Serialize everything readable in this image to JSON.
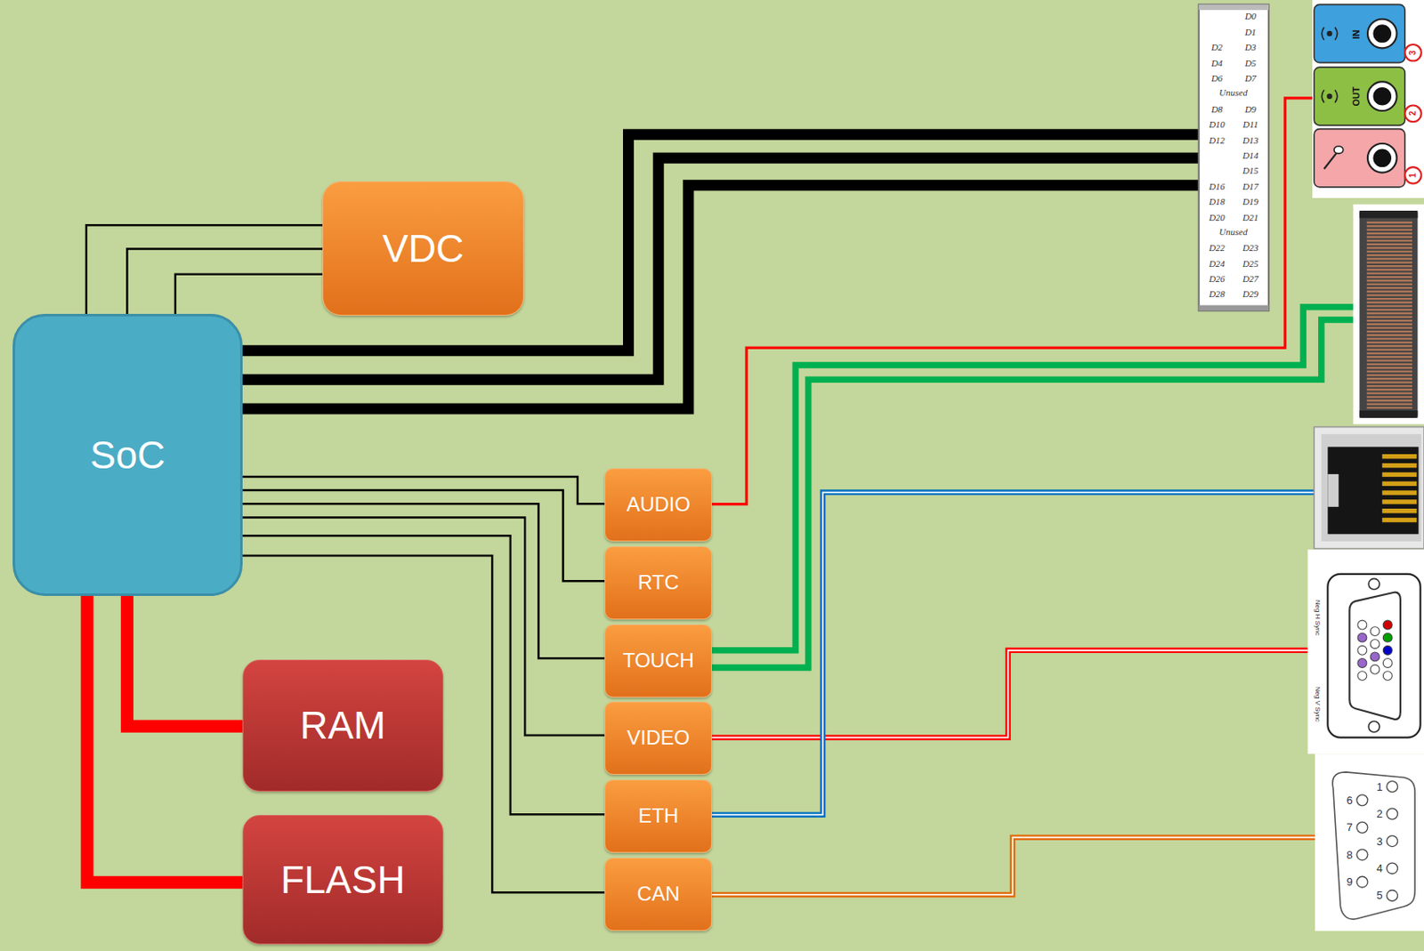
{
  "diagram": {
    "nodes": [
      {
        "text": [
          "SoC"
        ]
      },
      {
        "text": [
          "VDC"
        ]
      },
      {
        "text": [
          "RAM"
        ]
      },
      {
        "text": [
          "FLASH"
        ]
      },
      {
        "text": [
          "AUDIO"
        ]
      },
      {
        "text": [
          "RTC"
        ]
      },
      {
        "text": [
          "TOUCH"
        ]
      },
      {
        "text": [
          "VIDEO"
        ]
      },
      {
        "text": [
          "ETH"
        ]
      },
      {
        "text": [
          "CAN"
        ]
      }
    ],
    "edges": [
      {
        "from": 0,
        "to": 1,
        "arrow": "none"
      },
      {
        "from": 0,
        "to": 1,
        "arrow": "none"
      },
      {
        "from": 0,
        "to": 1,
        "arrow": "none"
      },
      {
        "from": 0,
        "to": 2,
        "arrow": "none"
      },
      {
        "from": 0,
        "to": 3,
        "arrow": "none"
      },
      {
        "from": 0,
        "to": 4,
        "arrow": "none"
      },
      {
        "from": 0,
        "to": 5,
        "arrow": "none"
      },
      {
        "from": 0,
        "to": 6,
        "arrow": "none"
      },
      {
        "from": 0,
        "to": 7,
        "arrow": "none"
      },
      {
        "from": 0,
        "to": 8,
        "arrow": "none"
      },
      {
        "from": 0,
        "to": 9,
        "arrow": "none"
      }
    ],
    "labels": [
      "D0",
      "D1",
      "D2",
      "D3",
      "D4",
      "D5",
      "D6",
      "D7",
      "Unused",
      "D8",
      "D9",
      "D10",
      "D11",
      "D12",
      "D13",
      "D14",
      "D15",
      "D16",
      "D17",
      "D18",
      "D19",
      "D20",
      "D21",
      "Unused",
      "D22",
      "D23",
      "D24",
      "D25",
      "D26",
      "D27",
      "D28",
      "D29",
      "IN",
      "OUT",
      "3",
      "2",
      "1",
      "Neg H Sync",
      "Neg V Sync",
      "1",
      "2",
      "3",
      "4",
      "5",
      "6",
      "7",
      "8",
      "9"
    ]
  }
}
